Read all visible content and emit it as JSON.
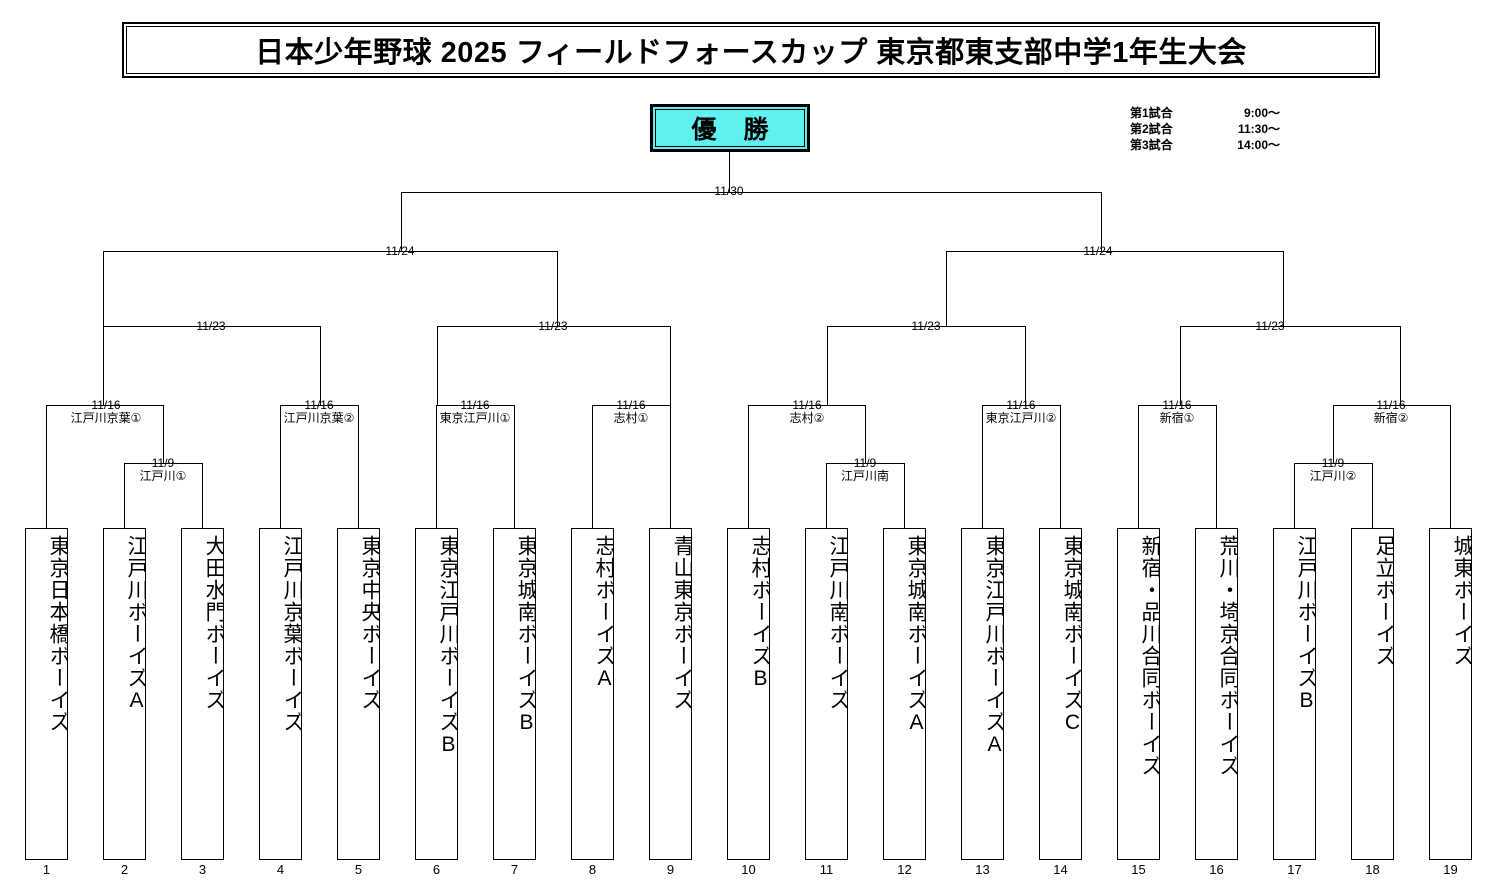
{
  "title": "日本少年野球 2025 フィールドフォースカップ 東京都東支部中学1年生大会",
  "champion": {
    "label": "優 勝"
  },
  "schedule": [
    {
      "game": "第1試合",
      "time": "9:00～"
    },
    {
      "game": "第2試合",
      "time": "11:30～"
    },
    {
      "game": "第3試合",
      "time": "14:00～"
    }
  ],
  "colors": {
    "champion_fill": "#5ff0f0",
    "line": "#000000",
    "background": "#ffffff"
  },
  "rounds": {
    "final": {
      "date": "11/30",
      "venue": ""
    },
    "semi": [
      {
        "date": "11/24",
        "venue": ""
      },
      {
        "date": "11/24",
        "venue": ""
      }
    ],
    "quarter": [
      {
        "date": "11/23",
        "venue": ""
      },
      {
        "date": "11/23",
        "venue": ""
      },
      {
        "date": "11/23",
        "venue": ""
      },
      {
        "date": "11/23",
        "venue": ""
      }
    ],
    "round16": [
      {
        "date": "11/16",
        "venue": "江戸川京葉①"
      },
      {
        "date": "11/16",
        "venue": "江戸川京葉②"
      },
      {
        "date": "11/16",
        "venue": "東京江戸川①"
      },
      {
        "date": "11/16",
        "venue": "志村①"
      },
      {
        "date": "11/16",
        "venue": "志村②"
      },
      {
        "date": "11/16",
        "venue": "東京江戸川②"
      },
      {
        "date": "11/16",
        "venue": "新宿①"
      },
      {
        "date": "11/16",
        "venue": "新宿②"
      }
    ],
    "playin": [
      {
        "date": "11/9",
        "venue": "江戸川①"
      },
      {
        "date": "11/9",
        "venue": "江戸川南"
      },
      {
        "date": "11/9",
        "venue": "江戸川②"
      }
    ]
  },
  "teams": [
    {
      "num": "1",
      "name": "東京日本橋ボーイズ"
    },
    {
      "num": "2",
      "name": "江戸川ボーイズA"
    },
    {
      "num": "3",
      "name": "大田水門ボーイズ"
    },
    {
      "num": "4",
      "name": "江戸川京葉ボーイズ"
    },
    {
      "num": "5",
      "name": "東京中央ボーイズ"
    },
    {
      "num": "6",
      "name": "東京江戸川ボーイズB"
    },
    {
      "num": "7",
      "name": "東京城南ボーイズB"
    },
    {
      "num": "8",
      "name": "志村ボーイズA"
    },
    {
      "num": "9",
      "name": "青山東京ボーイズ"
    },
    {
      "num": "10",
      "name": "志村ボーイズB"
    },
    {
      "num": "11",
      "name": "江戸川南ボーイズ"
    },
    {
      "num": "12",
      "name": "東京城南ボーイズA"
    },
    {
      "num": "13",
      "name": "東京江戸川ボーイズA"
    },
    {
      "num": "14",
      "name": "東京城南ボーイズC"
    },
    {
      "num": "15",
      "name": "新宿・品川合同ボーイズ"
    },
    {
      "num": "16",
      "name": "荒川・埼京合同ボーイズ"
    },
    {
      "num": "17",
      "name": "江戸川ボーイズB"
    },
    {
      "num": "18",
      "name": "足立ボーイズ"
    },
    {
      "num": "19",
      "name": "城東ボーイズ"
    }
  ]
}
